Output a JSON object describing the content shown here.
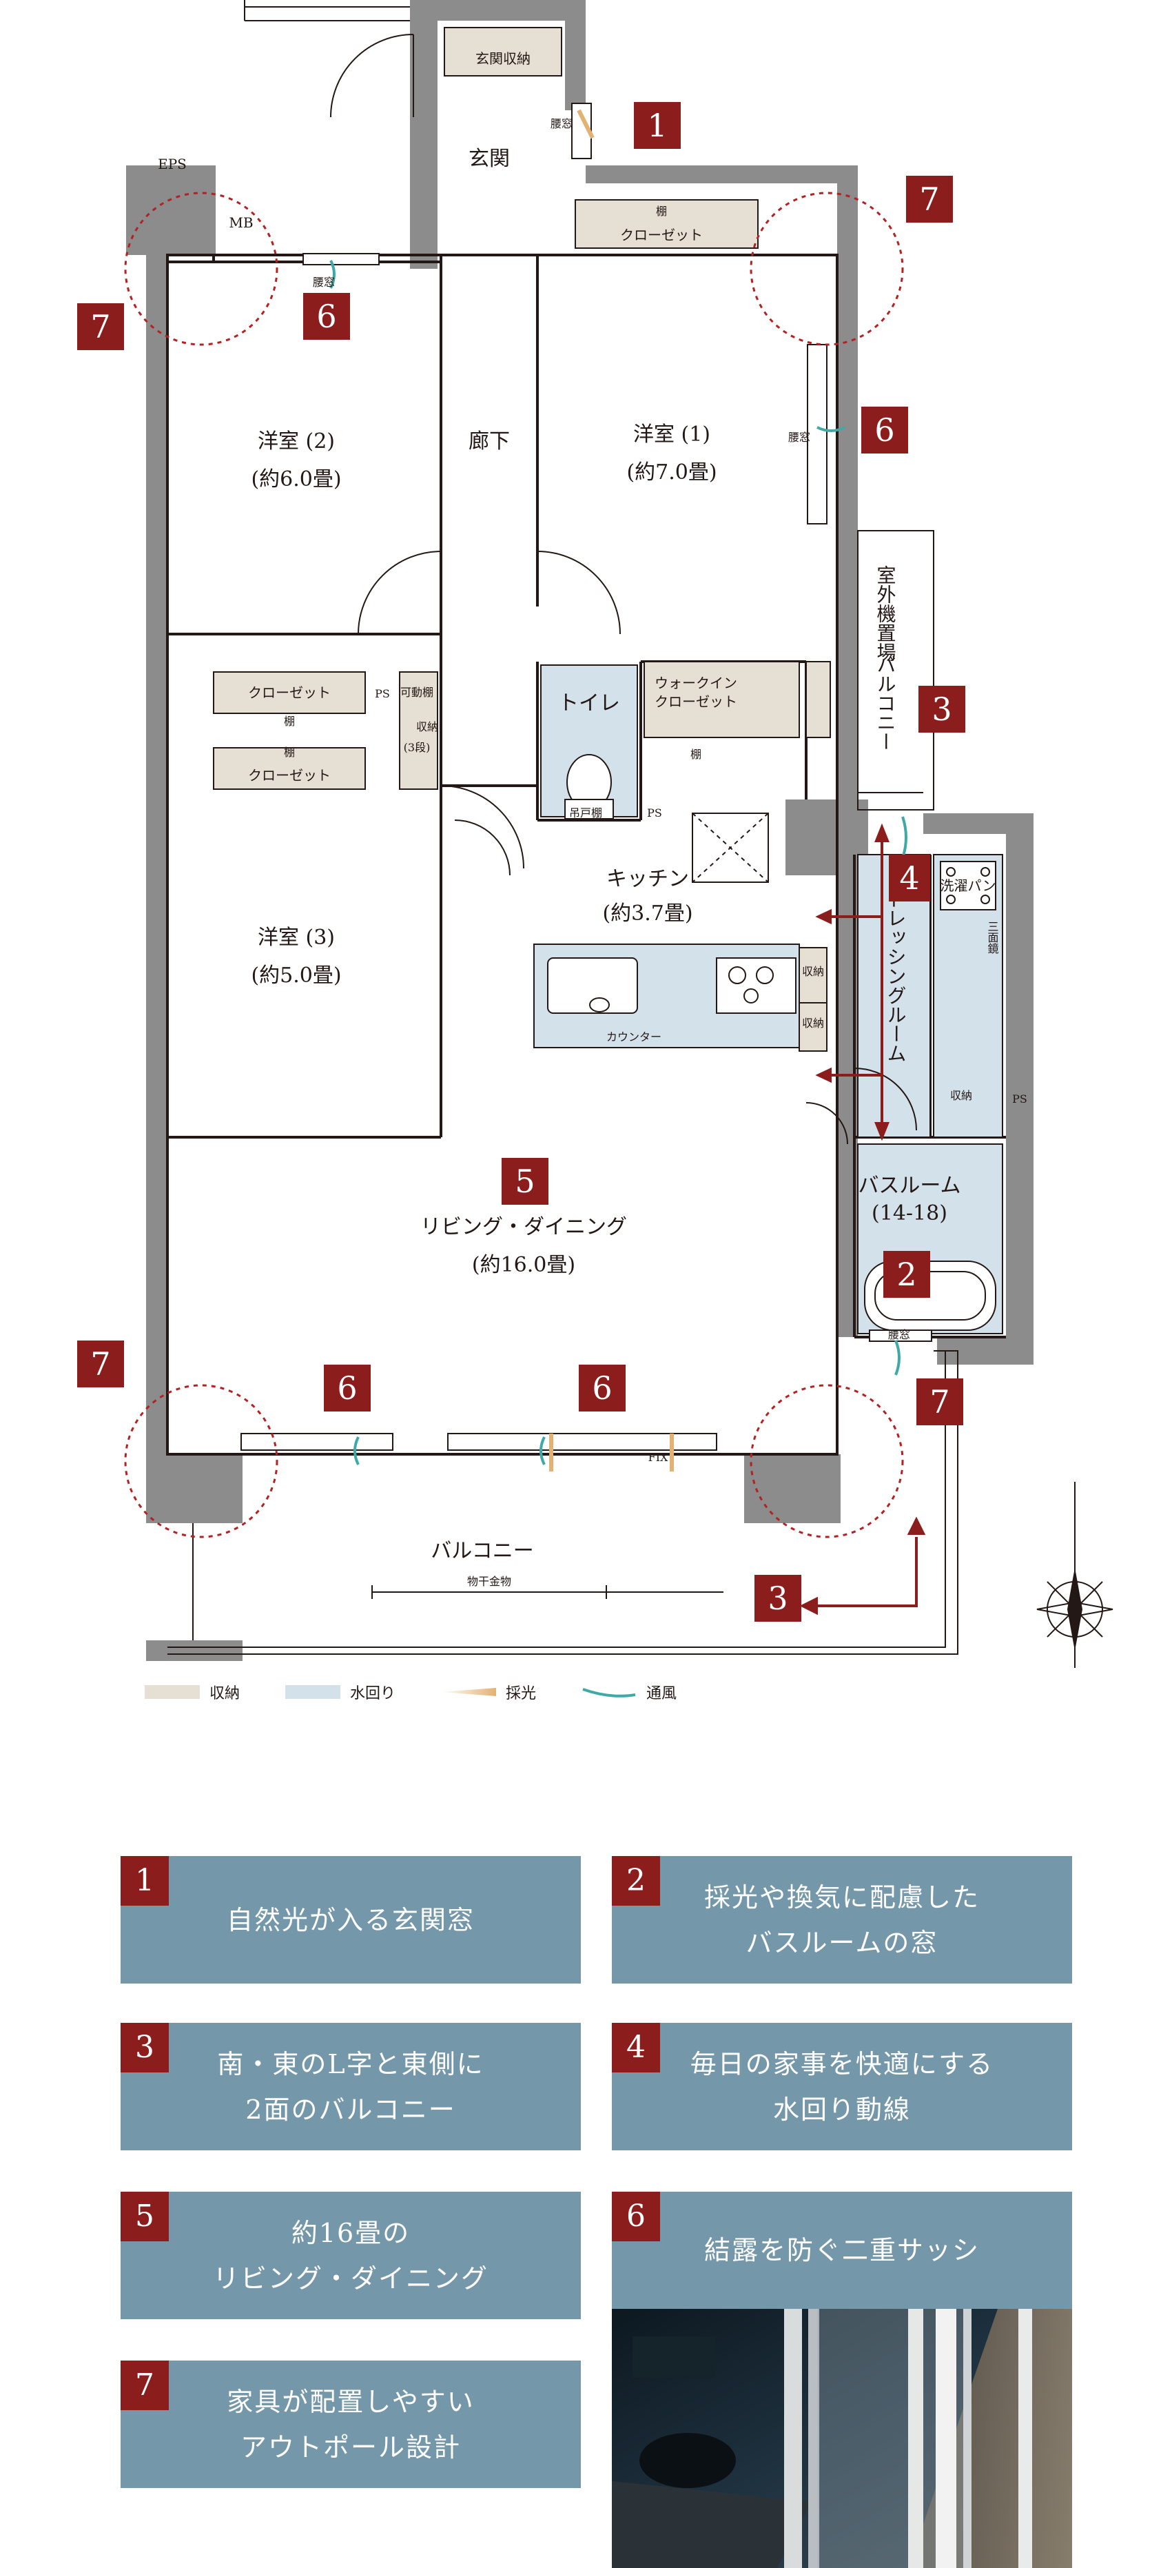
{
  "plan": {
    "rooms": {
      "genkan_storage": "玄関収納",
      "genkan": "玄関",
      "window_label": "腰窓",
      "eps": "EPS",
      "mb": "MB",
      "shelf": "棚",
      "closet": "クローゼット",
      "room2_name": "洋室 (2)",
      "room2_size": "(約6.0畳)",
      "corridor": "廊下",
      "room1_name": "洋室 (1)",
      "room1_size": "(約7.0畳)",
      "outdoor_unit": "室外機置場",
      "balcony_side": "バルコニー",
      "ps": "PS",
      "movable_shelf": "可動棚",
      "shelf3": "(3段)",
      "storage": "収納",
      "toilet": "トイレ",
      "upper_cabinet": "吊戸棚",
      "walkin": "ウォークイン",
      "walkin2": "クローゼット",
      "kitchen_name": "キッチン",
      "kitchen_size": "(約3.7畳)",
      "counter": "カウンター",
      "dressing": "ドレッシングルーム",
      "laundry_pan": "洗濯パン",
      "sanmen": "三面鏡",
      "room3_name": "洋室 (3)",
      "room3_size": "(約5.0畳)",
      "living_name": "リビング・ダイニング",
      "living_size": "(約16.0畳)",
      "bath_name": "バスルーム",
      "bath_size": "(14-18)",
      "balcony": "バルコニー",
      "fix": "FIX",
      "hanger": "物干金物"
    },
    "badges": [
      "1",
      "2",
      "3",
      "3",
      "4",
      "5",
      "6",
      "6",
      "6",
      "6",
      "7",
      "7",
      "7",
      "7"
    ]
  },
  "legend": [
    {
      "label": "収納",
      "color": "#e6dfd3"
    },
    {
      "label": "水回り",
      "color": "#d3e1ea"
    },
    {
      "label": "採光",
      "color": "#e3b272"
    },
    {
      "label": "通風",
      "color": "#3fa9a6"
    }
  ],
  "colors": {
    "accent_red": "#8c1d1d",
    "card_blue": "#7497aa",
    "wall_gray": "#8c8c8c"
  },
  "features": [
    {
      "num": "1",
      "text": "自然光が入る玄関窓"
    },
    {
      "num": "2",
      "text": "採光や換気に配慮した\nバスルームの窓"
    },
    {
      "num": "3",
      "text": "南・東のL字と東側に\n2面のバルコニー"
    },
    {
      "num": "4",
      "text": "毎日の家事を快適にする\n水回り動線"
    },
    {
      "num": "5",
      "text": "約16畳の\nリビング・ダイニング"
    },
    {
      "num": "6",
      "text": "結露を防ぐ二重サッシ"
    },
    {
      "num": "7",
      "text": "家具が配置しやすい\nアウトポール設計"
    }
  ]
}
